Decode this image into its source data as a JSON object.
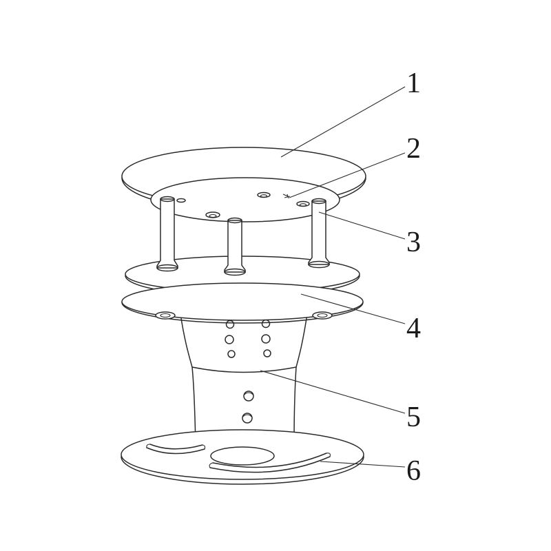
{
  "diagram": {
    "kind": "technical-line-drawing",
    "background_color": "#ffffff",
    "line_color": "#2a2a2a",
    "callouts": [
      {
        "id": 1,
        "label": "1"
      },
      {
        "id": 2,
        "label": "2"
      },
      {
        "id": 3,
        "label": "3"
      },
      {
        "id": 4,
        "label": "4"
      },
      {
        "id": 5,
        "label": "5"
      },
      {
        "id": 6,
        "label": "6"
      }
    ]
  }
}
